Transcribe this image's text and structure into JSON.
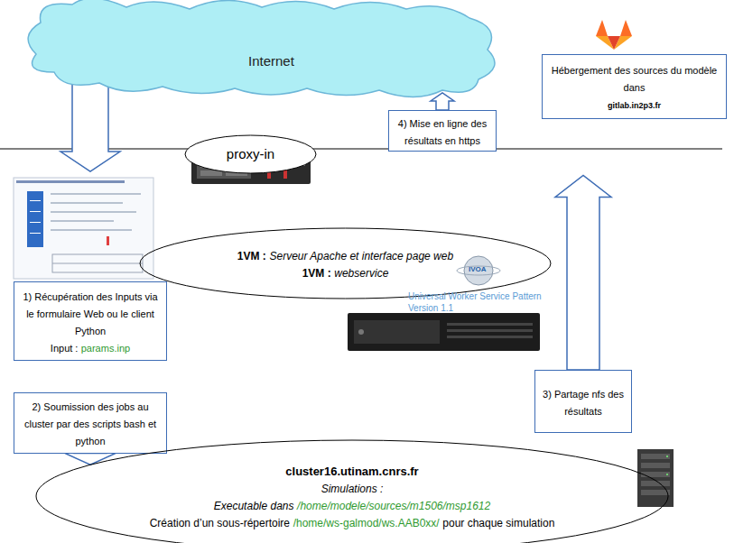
{
  "diagram": {
    "nodes": [
      {
        "text": [
          "Internet"
        ]
      },
      {
        "text": [
          "Hébergement des sources du modèle dans",
          "gitlab.in2p3.fr"
        ]
      },
      {
        "text": [
          "4) Mise en ligne des résultats en https"
        ]
      },
      {
        "text": [
          "proxy-in"
        ]
      },
      {
        "text": [
          "1VM :",
          "Serveur Apache et interface page web",
          "1VM :",
          "webservice"
        ]
      },
      {
        "text": [
          "1) Récupération des Inputs via le formulaire Web ou le client Python",
          "Input :",
          "params.inp"
        ]
      },
      {
        "text": [
          "2) Soumission des jobs au cluster par des scripts bash et python"
        ]
      },
      {
        "text": [
          "3) Partage nfs des résultats"
        ]
      },
      {
        "text": [
          "cluster16.utinam.cnrs.fr",
          "Simulations :",
          "Executable dans",
          "/home/modele/sources/m1506/msp1612",
          "Création d’un sous-répertoire",
          "/home/ws-galmod/ws.AAB0xx/",
          "pour chaque simulation"
        ]
      }
    ],
    "edges": [
      {
        "from": 0,
        "to": 5,
        "arrow": "to"
      },
      {
        "from": 6,
        "to": 8,
        "arrow": "to"
      },
      {
        "from": 7,
        "to": 2,
        "arrow": "to"
      },
      {
        "from": 2,
        "to": 0,
        "arrow": "to"
      }
    ],
    "labels": [
      "Universal Worker Service Pattern",
      "Version 1.1",
      "IVOA"
    ]
  }
}
